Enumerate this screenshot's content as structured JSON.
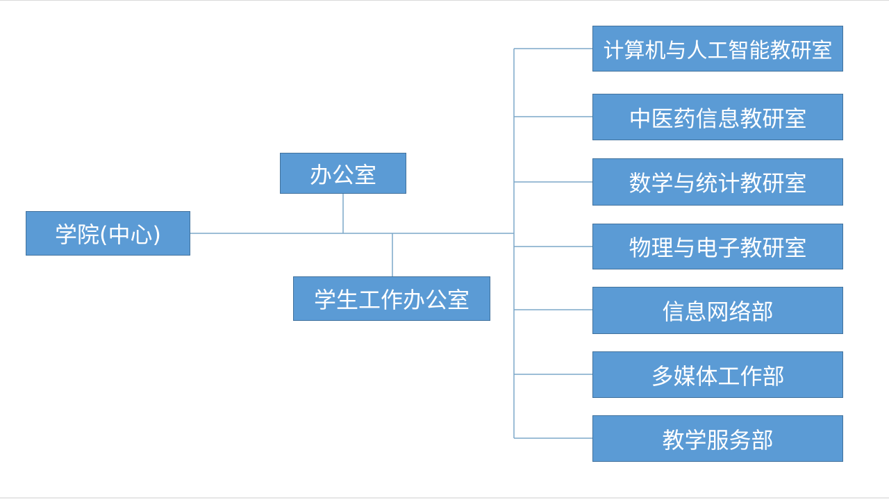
{
  "root": "学院(中心)",
  "left_units": [
    "办公室",
    "学生工作办公室"
  ],
  "departments": [
    "计算机与人工智能教研室",
    "中医药信息教研室",
    "数学与统计教研室",
    "物理与电子教研室",
    "信息网络部",
    "多媒体工作部",
    "教学服务部"
  ],
  "colors": {
    "box_fill": "#5b9bd5",
    "box_border": "#41719c",
    "line": "#7ba7c9"
  }
}
